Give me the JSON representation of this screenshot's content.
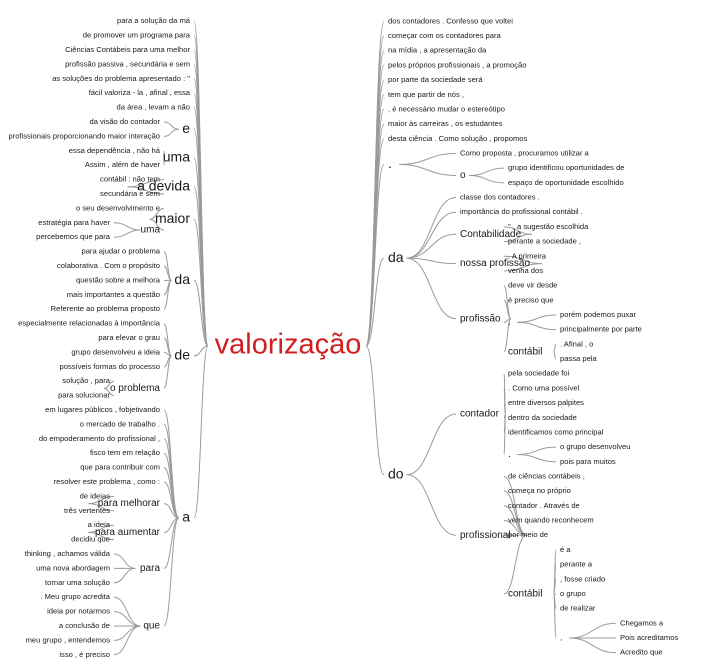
{
  "root": {
    "label": "valorização",
    "color": "#d11f1f"
  },
  "edge_color": "#9a9a9a",
  "left": [
    {
      "label": "para a solução da má"
    },
    {
      "label": "de promover um programa para"
    },
    {
      "label": "Ciências Contábeis para uma melhor"
    },
    {
      "label": "profissão passiva , secundária e sem"
    },
    {
      "label": "as soluções do problema apresentado : \""
    },
    {
      "label": "fácil valoriza - la , afinal , essa"
    },
    {
      "label": "da área , levam a não"
    },
    {
      "label": "e",
      "children": [
        {
          "label": "da visão do contador"
        },
        {
          "label": "profissionais proporcionando maior interação"
        }
      ]
    },
    {
      "label": "uma",
      "children": [
        {
          "label": "essa dependência , não há"
        },
        {
          "label": "Assim , além de haver"
        }
      ]
    },
    {
      "label": "a devida",
      "children": [
        {
          "label": "contábil : não tem"
        },
        {
          "label": "secundária e sem"
        }
      ]
    },
    {
      "label": "maior",
      "children": [
        {
          "label": "o seu desenvolvimento e"
        },
        {
          "label": "uma",
          "children": [
            {
              "label": "estratégia para haver"
            },
            {
              "label": "percebemos que para"
            }
          ]
        }
      ]
    },
    {
      "label": "da",
      "children": [
        {
          "label": "para ajudar o problema"
        },
        {
          "label": "colaborativa . Com o propósito"
        },
        {
          "label": "questão sobre a melhora"
        },
        {
          "label": "mais importantes a questão"
        },
        {
          "label": "Referente ao problema proposto"
        }
      ]
    },
    {
      "label": "de",
      "children": [
        {
          "label": "especialmente relacionadas à importância"
        },
        {
          "label": "para elevar o grau"
        },
        {
          "label": "grupo desenvolveu a ideia"
        },
        {
          "label": "possíveis formas do processo"
        },
        {
          "label": "o problema",
          "children": [
            {
              "label": "solução , para"
            },
            {
              "label": "para solucionar"
            }
          ]
        }
      ]
    },
    {
      "label": "a",
      "children": [
        {
          "label": "em lugares públicos , fobjetivando"
        },
        {
          "label": "o mercado de trabalho ."
        },
        {
          "label": "do empoderamento do profissional ,"
        },
        {
          "label": "fisco tem em relação"
        },
        {
          "label": "que para contribuir com"
        },
        {
          "label": "resolver este problema , como :"
        },
        {
          "label": "para melhorar",
          "children": [
            {
              "label": "de ideias"
            },
            {
              "label": "três vertentes"
            }
          ]
        },
        {
          "label": "para aumentar",
          "children": [
            {
              "label": "a ideia"
            },
            {
              "label": "decidiu que"
            }
          ]
        },
        {
          "label": "para",
          "children": [
            {
              "label": "thinking , achamos válida"
            },
            {
              "label": "uma nova abordagem"
            },
            {
              "label": "tornar uma solução"
            }
          ]
        },
        {
          "label": "que",
          "children": [
            {
              "label": ". Meu grupo acredita"
            },
            {
              "label": "ideia por notarmos"
            },
            {
              "label": "a conclusão de"
            },
            {
              "label": "meu grupo , entendemos"
            },
            {
              "label": "isso , é preciso"
            }
          ]
        }
      ]
    }
  ],
  "right": [
    {
      "label": "dos contadores . Confesso que voltei"
    },
    {
      "label": "começar com os contadores para"
    },
    {
      "label": "na mídia , a apresentação da"
    },
    {
      "label": "pelos próprios profissionais , a promoção"
    },
    {
      "label": "por parte da sociedade será"
    },
    {
      "label": "tem que partir de nós ,"
    },
    {
      "label": ", é necessário mudar o estereótipo"
    },
    {
      "label": "maior às carreiras , os estudantes"
    },
    {
      "label": "desta ciência . Como solução , propomos"
    },
    {
      "label": ".",
      "children": [
        {
          "label": "Como proposta , procuramos utilizar a"
        },
        {
          "label": "o",
          "children": [
            {
              "label": "grupo identificou oportunidades de"
            },
            {
              "label": "espaço de oportunidade escolhido"
            }
          ]
        }
      ]
    },
    {
      "label": "da",
      "children": [
        {
          "label": "classe dos contadores ."
        },
        {
          "label": "importância do profissional contábil ."
        },
        {
          "label": "Contabilidade",
          "children": [
            {
              "label": "\" , a sugestão escolhida"
            },
            {
              "label": "perante a sociedade ,"
            }
          ]
        },
        {
          "label": "nossa profissão",
          "children": [
            {
              "label": ". A primeira"
            },
            {
              "label": "venha dos"
            }
          ]
        },
        {
          "label": "profissão",
          "children": [
            {
              "label": "deve vir desde"
            },
            {
              "label": "é preciso que"
            },
            {
              "label": ".",
              "children": [
                {
                  "label": "porém podemos puxar"
                },
                {
                  "label": "principalmente por parte"
                }
              ]
            },
            {
              "label": "contábil",
              "children": [
                {
                  "label": ". Afinal , o"
                },
                {
                  "label": "passa pela"
                }
              ]
            }
          ]
        }
      ]
    },
    {
      "label": "do",
      "children": [
        {
          "label": "contador",
          "children": [
            {
              "label": "pela sociedade foi"
            },
            {
              "label": ". Como uma possível"
            },
            {
              "label": "entre diversos palpites"
            },
            {
              "label": "dentro da sociedade"
            },
            {
              "label": "identificamos como principal"
            },
            {
              "label": ".",
              "children": [
                {
                  "label": "o grupo desenvolveu"
                },
                {
                  "label": "pois para muitos"
                }
              ]
            }
          ]
        },
        {
          "label": "profissional",
          "children": [
            {
              "label": "de ciências contábeis ,"
            },
            {
              "label": "começa no próprio"
            },
            {
              "label": "contador . Através de"
            },
            {
              "label": "vem quando reconhecem"
            },
            {
              "label": "por meio de"
            },
            {
              "label": "contábil",
              "children": [
                {
                  "label": "é a"
                },
                {
                  "label": "perante a"
                },
                {
                  "label": ", fosse criado"
                },
                {
                  "label": "o grupo"
                },
                {
                  "label": "de realizar"
                },
                {
                  "label": ".",
                  "children": [
                    {
                      "label": "Chegamos a"
                    },
                    {
                      "label": "Pois acreditamos"
                    },
                    {
                      "label": "Acredito que"
                    }
                  ]
                }
              ]
            }
          ]
        }
      ]
    }
  ]
}
